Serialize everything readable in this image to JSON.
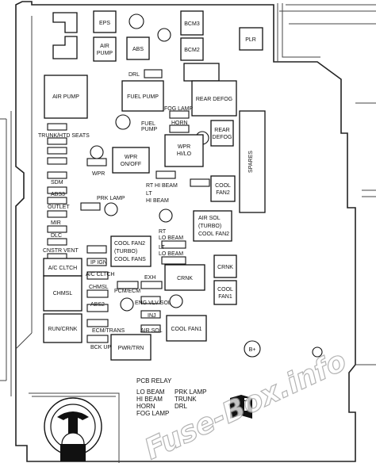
{
  "labels": {
    "eps": "EPS",
    "bcm3": "BCM3",
    "plr": "PLR",
    "air_pump_small": [
      "AIR",
      "PUMP"
    ],
    "abs": "ABS",
    "bcm2": "BCM2",
    "drl": "DRL",
    "air_pump": "AIR PUMP",
    "fuel_pump_relay": "FUEL PUMP",
    "rear_defog_relay": "REAR DEFOG",
    "fog_lamp": "FOG LAMP",
    "fuel_pump_fuse": [
      "FUEL",
      "PUMP"
    ],
    "horn": "HORN",
    "rear_defog_fuse": [
      "REAR",
      "DEFOG"
    ],
    "trunk_htd_seats": "TRUNK/HTD SEATS",
    "wpr_hilo": [
      "WPR",
      "HI/LO"
    ],
    "spares": "SPARES",
    "wpr_onoff": [
      "WPR",
      "ON/OFF"
    ],
    "wpr": "WPR",
    "sdm": "SDM",
    "rt_hi_beam": "RT HI BEAM",
    "cool_fan2": [
      "COOL",
      "FAN2"
    ],
    "abs3": "ABS3",
    "lt_hi_beam": [
      "LT",
      "HI BEAM"
    ],
    "prk_lamp": "PRK LAMP",
    "outlet": "OUTLET",
    "air_sol_turbo": [
      "AIR SOL",
      "(TURBO)",
      "COOL FAN2"
    ],
    "mir": "MIR",
    "rt_lo_beam": [
      "RT",
      "LO BEAM"
    ],
    "dlc": "DLC",
    "cool_fan2_turbo": [
      "COOL FAN2",
      "(TURBO)",
      "COOL FANS"
    ],
    "lt_lo_beam": [
      "LT",
      "LO BEAM"
    ],
    "cnstr_vent": "CNSTR VENT",
    "ip_ign": "IP IGN",
    "crnk_small": "CRNK",
    "ac_clutch_relay": "A/C CLTCH",
    "ac_clutch_fuse": "A/C CLTCH",
    "exh": "EXH",
    "crnk": "CRNK",
    "chmsl_fuse": "CHMSL",
    "chmsl_relay": "CHMSL",
    "pcm_ecm": "PCM/ECM",
    "cool_fan1_small": [
      "COOL",
      "FAN1"
    ],
    "abs2": "ABS2",
    "eng_vlv_sol": "ENG VLV SOL",
    "inj": "INJ",
    "run_crnk": "RUN/CRNK",
    "ecm_trans": "ECM/TRANS",
    "air_sol": "AIR SOL",
    "cool_fan1": "COOL FAN1",
    "bck_up": "BCK UP",
    "pwr_trn": "PWR/TRN",
    "b_plus": "B+"
  },
  "legend": {
    "title": "PCB RELAY",
    "col1": [
      "LO BEAM",
      "HI BEAM",
      "HORN",
      "FOG LAMP"
    ],
    "col2": [
      "PRK LAMP",
      "TRUNK",
      "DRL"
    ]
  },
  "watermark": "Fuse-Box.info"
}
